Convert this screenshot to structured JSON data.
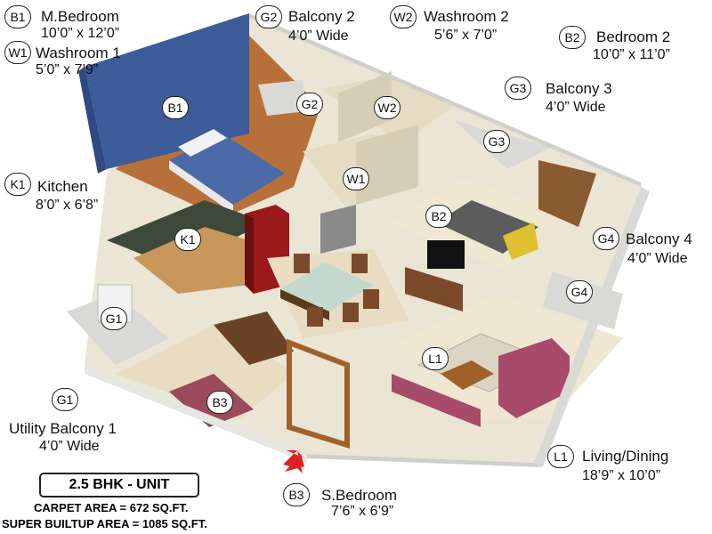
{
  "rooms": {
    "b1": {
      "code": "B1",
      "name": "M.Bedroom",
      "size": "10’0” x 12’0”"
    },
    "w1": {
      "code": "W1",
      "name": "Washroom 1",
      "size": "5’0” x 7’9”"
    },
    "g2": {
      "code": "G2",
      "name": "Balcony 2",
      "size": "4’0” Wide"
    },
    "w2": {
      "code": "W2",
      "name": "Washroom 2",
      "size": "5’6” x 7’0”"
    },
    "b2": {
      "code": "B2",
      "name": "Bedroom 2",
      "size": "10’0” x 11’0”"
    },
    "g3": {
      "code": "G3",
      "name": "Balcony 3",
      "size": "4’0” Wide"
    },
    "k1": {
      "code": "K1",
      "name": "Kitchen",
      "size": "8’0” x 6’8”"
    },
    "g4": {
      "code": "G4",
      "name": "Balcony 4",
      "size": "4’0” Wide"
    },
    "g1": {
      "code": "G1",
      "name": "Utility Balcony 1",
      "size": "4’0” Wide"
    },
    "l1": {
      "code": "L1",
      "name": "Living/Dining",
      "size": "18’9” x 10’0”"
    },
    "b3": {
      "code": "B3",
      "name": "S.Bedroom",
      "size": "7’6” x 6’9”"
    }
  },
  "unit": {
    "type": "2.5 BHK - UNIT",
    "carpet_area": "CARPET AREA = 672 SQ.FT.",
    "super_builtup_area": "SUPER BUILTUP AREA = 1085 SQ.FT."
  },
  "colors": {
    "floor_wood": "#b8703a",
    "floor_tile": "#e8dcc2",
    "wall": "#f4f4f2",
    "wall_shade": "#d9d9d6",
    "accent_wall": "#3d5a99",
    "entry_arrow": "#e02020"
  },
  "icons": [
    "entry-arrow-icon",
    "bed-icon",
    "sofa-icon",
    "dining-table-icon",
    "refrigerator-icon"
  ]
}
